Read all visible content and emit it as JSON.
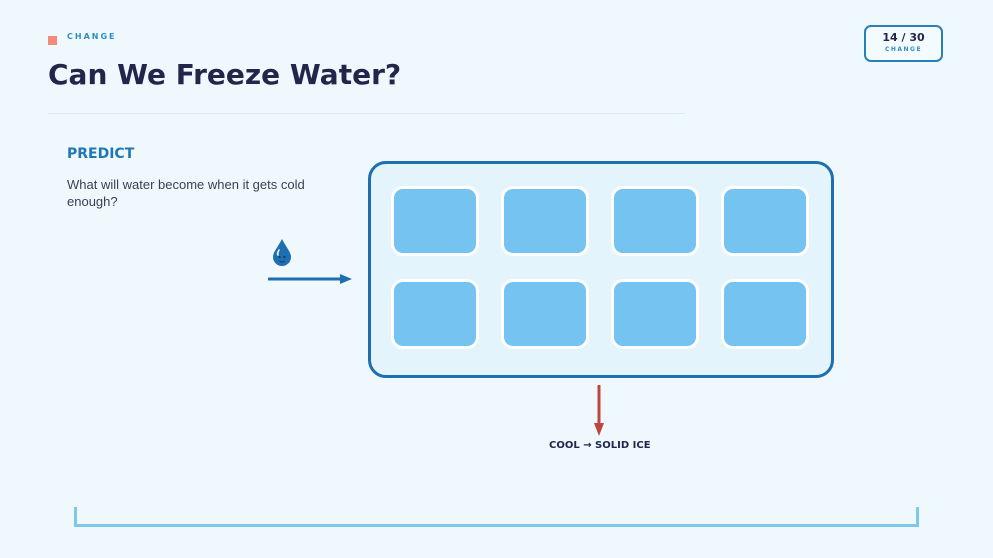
{
  "header": {
    "section_label": "CHANGE",
    "title": "Can We Freeze Water?"
  },
  "counter": {
    "progress": "14 / 30",
    "label": "CHANGE"
  },
  "predict": {
    "heading": "PREDICT",
    "question": "What will water become when it gets cold enough?"
  },
  "diagram": {
    "droplet_icon": "water-droplet-icon",
    "tray_icon": "ice-cube-tray",
    "cube_count": 8,
    "result_label": "COOL → SOLID ICE"
  },
  "colors": {
    "accent": "#1e6fb0",
    "cube": "#74c3f1",
    "tag": "#f28a7a",
    "cool_arrow": "#c0453f",
    "bracket": "#7fc8ea"
  }
}
